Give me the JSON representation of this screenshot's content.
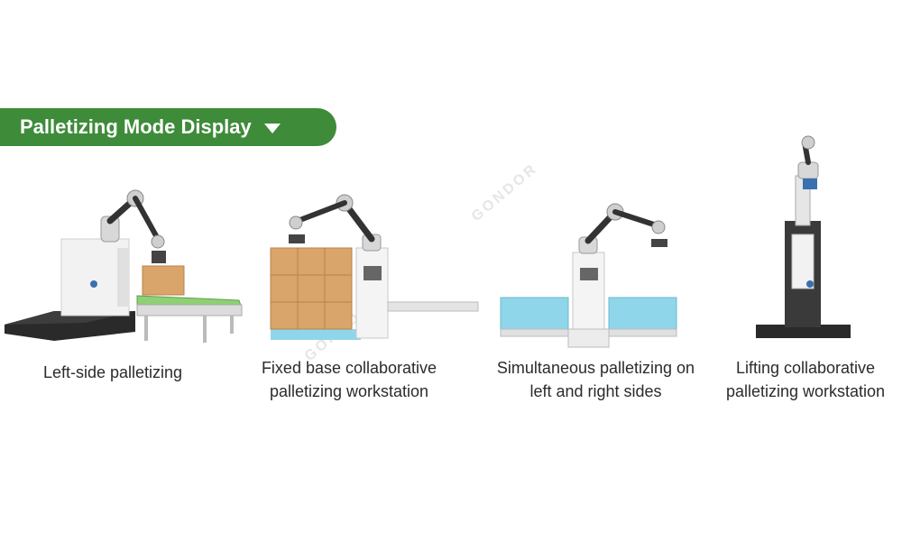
{
  "banner": {
    "title": "Palletizing Mode Display"
  },
  "watermark": "GONDOR",
  "modes": [
    {
      "caption_lines": [
        "Left-side palletizing"
      ]
    },
    {
      "caption_lines": [
        "Fixed base collaborative",
        "palletizing workstation"
      ]
    },
    {
      "caption_lines": [
        "Simultaneous palletizing on",
        "left and right sides"
      ]
    },
    {
      "caption_lines": [
        "Lifting collaborative",
        "palletizing workstation"
      ]
    }
  ],
  "colors": {
    "banner": "#3e8b3a",
    "pallet": "#8fd6ea",
    "carton": "#d9a56b",
    "conveyor": "#8fcf75",
    "base": "#2a2a2a"
  }
}
